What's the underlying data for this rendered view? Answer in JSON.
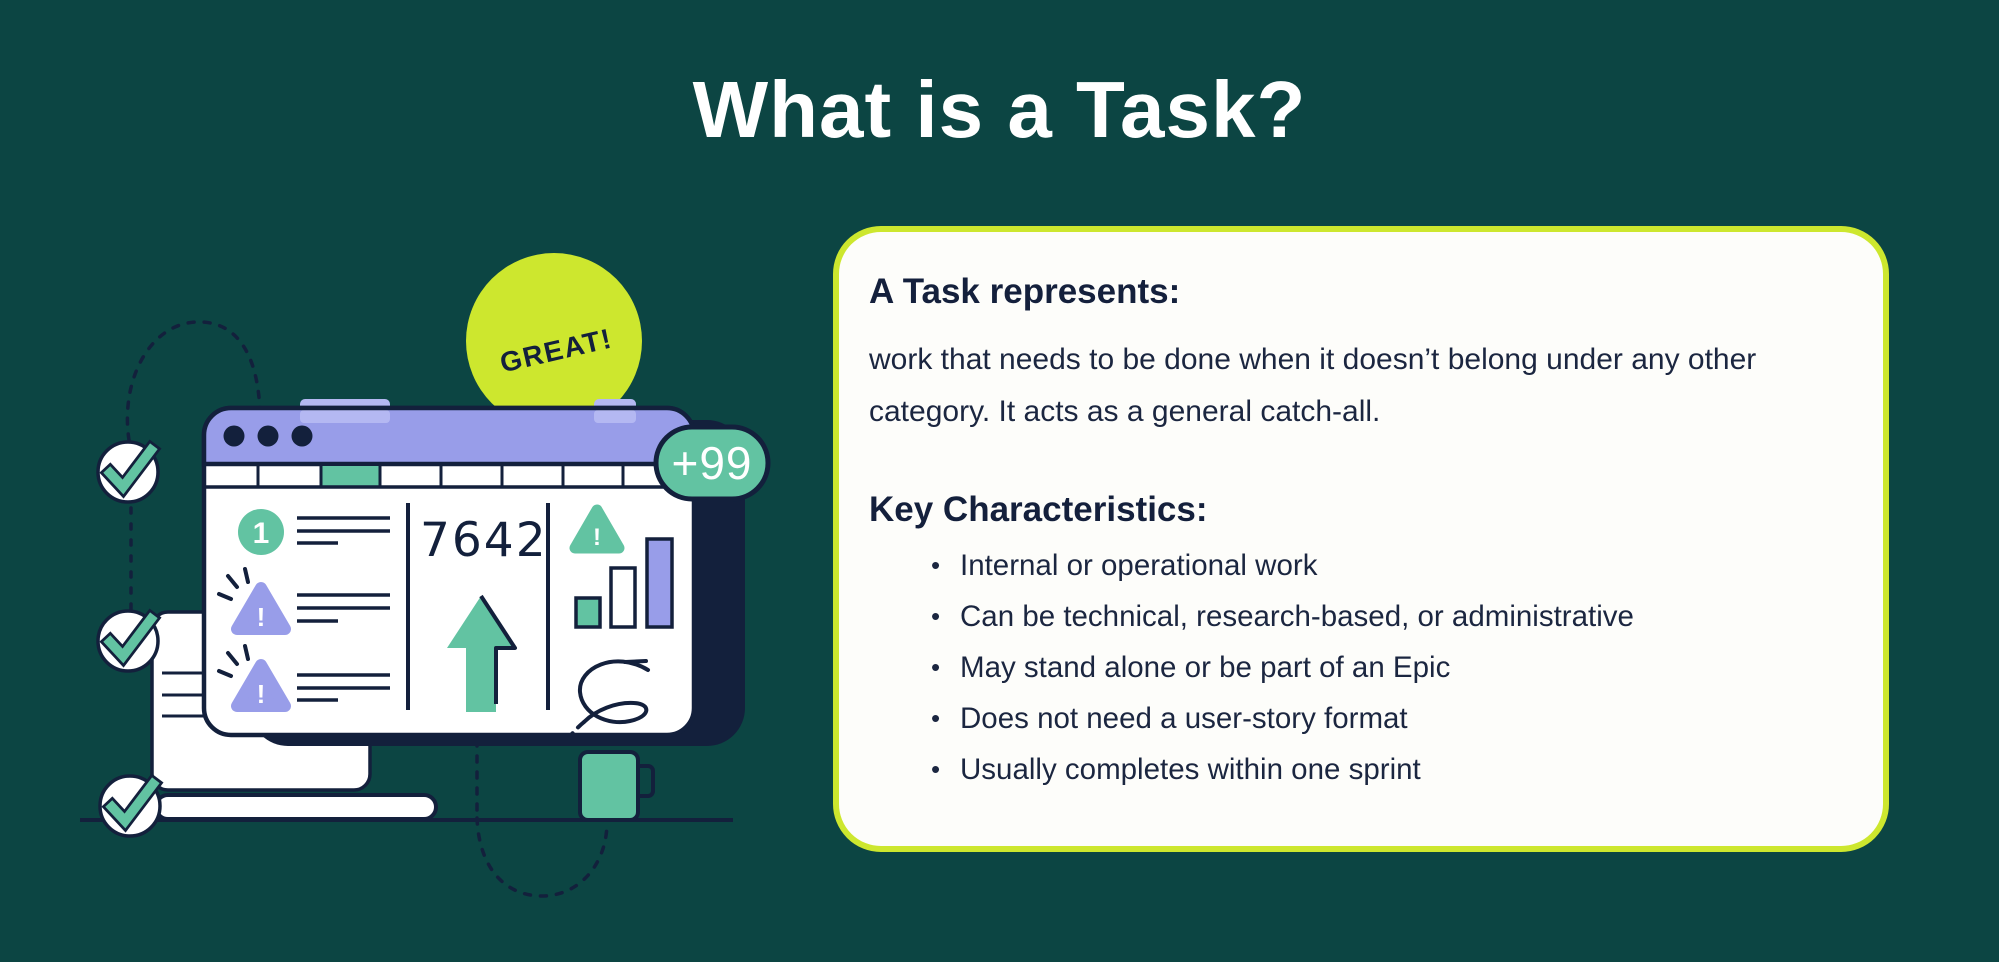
{
  "slide": {
    "title": "What is a Task?"
  },
  "card": {
    "intro_heading": "A Task represents:",
    "intro_body": "work that needs to be done when it doesn’t belong under any other category. It acts as a general catch-all.",
    "list_heading": "Key Characteristics:",
    "bullets": [
      "Internal or operational work",
      "Can be technical, research-based, or administrative",
      "May stand alone or be part of an Epic",
      "Does not need a user-story format",
      "Usually completes within one sprint"
    ]
  },
  "illustration": {
    "praise_badge": "GREAT!",
    "notification_badge": "+99",
    "metric_value": "7642",
    "step_number": "1",
    "warning_mark": "!"
  },
  "colors": {
    "background": "#0c4543",
    "lime": "#cde72e",
    "teal": "#62c3a2",
    "purple": "#989de9",
    "light_purple": "#b4b8f2",
    "navy": "#13203c",
    "card_background": "#fdfdfa",
    "text": "#1b2640",
    "white": "#ffffff"
  }
}
